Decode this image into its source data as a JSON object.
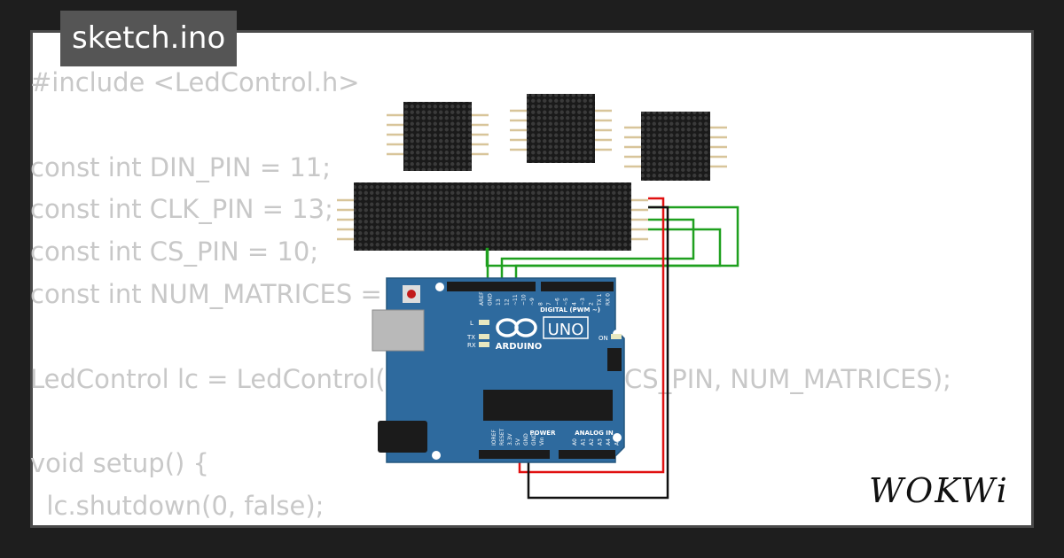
{
  "file": {
    "name": "sketch.ino"
  },
  "code_lines": [
    "#include <LedControl.h>",
    "",
    "const int DIN_PIN = 11;",
    "const int CLK_PIN = 13;",
    "const int CS_PIN = 10;",
    "const int NUM_MATRICES = 7;",
    "",
    "LedControl lc = LedControl(DIN_PIN, CLK_PIN, CS_PIN, NUM_MATRICES);",
    "",
    "void setup() {",
    "  lc.shutdown(0, false);"
  ],
  "board": {
    "logo": "ARDUINO",
    "model": "UNO",
    "digital_label": "DIGITAL (PWM ~)",
    "power_label": "POWER",
    "analog_label": "ANALOG IN",
    "on_label": "ON",
    "l_label": "L",
    "tx_label": "TX",
    "rx_label": "RX",
    "digital_pins": [
      "AREF",
      "GND",
      "13",
      "12",
      "~11",
      "~10",
      "~9",
      "8",
      "7",
      "~6",
      "~5",
      "4",
      "~3",
      "2",
      "TX 1",
      "RX 0"
    ],
    "power_pins": [
      "IOREF",
      "RESET",
      "3.3V",
      "5V",
      "GND",
      "GND",
      "Vin"
    ],
    "analog_pins": [
      "A0",
      "A1",
      "A2",
      "A3",
      "A4",
      "A5"
    ]
  },
  "brand": {
    "name": "WOKWi"
  },
  "colors": {
    "board_blue": "#2e6a9e",
    "matrix_body": "#1a1a1a",
    "led_off": "#3a3a3a",
    "wire_green": "#1fa01f",
    "wire_red": "#e01010",
    "wire_black": "#111111",
    "pin_gold": "#d8c59a"
  }
}
